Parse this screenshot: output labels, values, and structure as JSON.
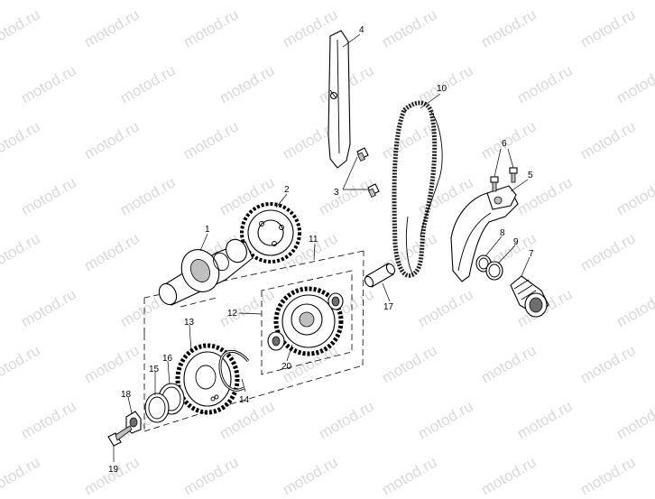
{
  "watermark": "motod.ru",
  "callouts": {
    "p1": "1",
    "p2": "2",
    "p3": "3",
    "p4": "4",
    "p5": "5",
    "p6": "6",
    "p7": "7",
    "p8": "8",
    "p9": "9",
    "p10": "10",
    "p11": "11",
    "p12": "12",
    "p13": "13",
    "p14": "14",
    "p15": "15",
    "p16": "16",
    "p17": "17",
    "p18": "18",
    "p19": "19",
    "p20": "20"
  }
}
